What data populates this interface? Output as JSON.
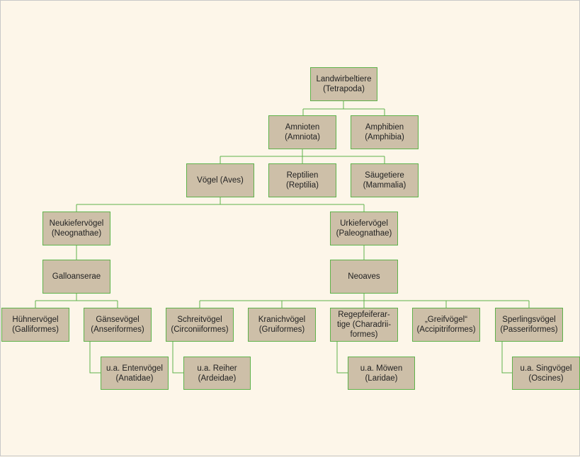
{
  "accent_colors": {
    "background": "#fdf6e9",
    "box_fill": "#cdbfa8",
    "box_border": "#5fb24a",
    "connector": "#5fb24a"
  },
  "nodes": [
    {
      "id": "tetrapoda",
      "label": "Landwirbeltiere\n(Tetrapoda)"
    },
    {
      "id": "amniota",
      "label": "Amnioten\n(Amniota)"
    },
    {
      "id": "amphibia",
      "label": "Amphibien\n(Amphibia)"
    },
    {
      "id": "aves",
      "label": "Vögel (Aves)"
    },
    {
      "id": "reptilia",
      "label": "Reptilien\n(Reptilia)"
    },
    {
      "id": "mammalia",
      "label": "Säugetiere\n(Mammalia)"
    },
    {
      "id": "neognathae",
      "label": "Neukiefervögel\n(Neognathae)"
    },
    {
      "id": "paleognathae",
      "label": "Urkiefervögel\n(Paleognathae)"
    },
    {
      "id": "galloanserae",
      "label": "Galloanserae"
    },
    {
      "id": "neoaves",
      "label": "Neoaves"
    },
    {
      "id": "galliformes",
      "label": "Hühnervögel\n(Galliformes)"
    },
    {
      "id": "anseriformes",
      "label": "Gänsevögel\n(Anseriformes)"
    },
    {
      "id": "anatidae",
      "label": "u.a. Entenvögel\n(Anatidae)"
    },
    {
      "id": "ciconiiformes",
      "label": "Schreitvögel\n(Circoniiformes)"
    },
    {
      "id": "ardeidae",
      "label": "u.a. Reiher\n(Ardeidae)"
    },
    {
      "id": "gruiformes",
      "label": "Kranichvögel\n(Gruiformes)"
    },
    {
      "id": "charadriiformes",
      "label": "Regepfeiferar-\ntige (Charadrii-\nformes)"
    },
    {
      "id": "laridae",
      "label": "u.a. Möwen\n(Laridae)"
    },
    {
      "id": "accipitriformes",
      "label": "„Greifvögel“\n(Accipitriformes)"
    },
    {
      "id": "passeriformes",
      "label": "Sperlingsvögel\n(Passeriformes)"
    },
    {
      "id": "oscines",
      "label": "u.a. Singvögel\n(Oscines)"
    }
  ]
}
